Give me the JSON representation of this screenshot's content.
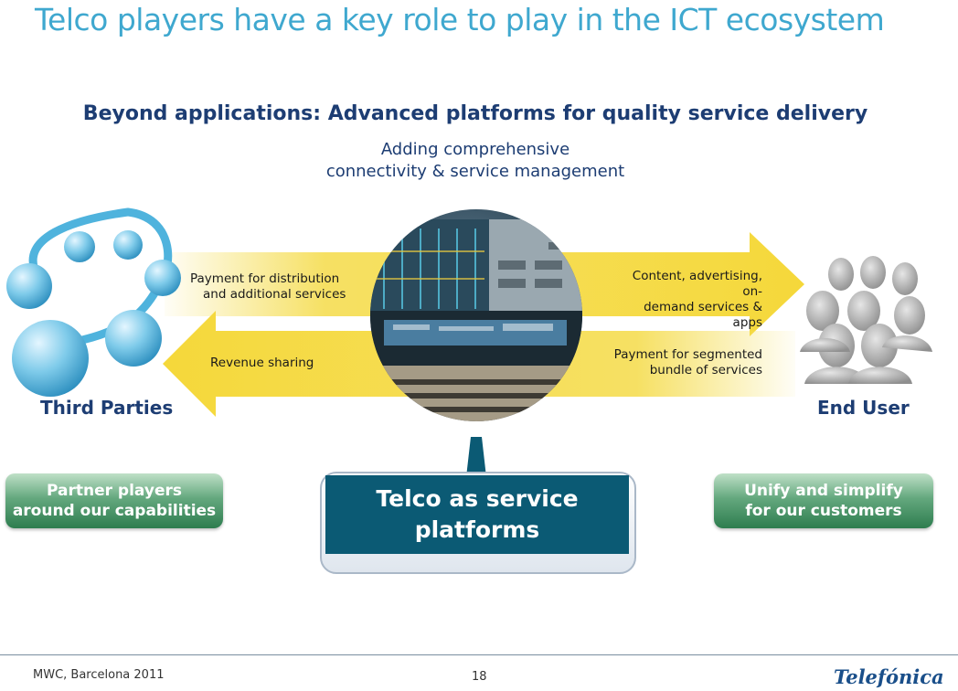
{
  "slide": {
    "title": "Telco players have a key role to play in the ICT ecosystem",
    "subtitle": "Beyond applications: Advanced platforms for quality service delivery",
    "tagline_line1": "Adding comprehensive",
    "tagline_line2": "connectivity & service management"
  },
  "flows": {
    "top_left_line1": "Payment for distribution",
    "top_left_line2": "and additional services",
    "bottom_left": "Revenue sharing",
    "top_right_line1": "Content, advertising, on-",
    "top_right_line2": "demand services & apps",
    "bottom_right_line1": "Payment for segmented",
    "bottom_right_line2": "bundle of services"
  },
  "actors": {
    "left": "Third Parties",
    "right": "End User"
  },
  "boxes": {
    "left_line1": "Partner players",
    "left_line2": "around our capabilities",
    "center_line1": "Telco as service",
    "center_line2": "platforms",
    "right_line1": "Unify and simplify",
    "right_line2": "for our customers"
  },
  "footer": {
    "event": "MWC, Barcelona 2011",
    "page": "18",
    "logo": "Telefónica"
  },
  "colors": {
    "title": "#3fa8cf",
    "navy": "#1d3d73",
    "arrow_yellow": "#f5dd52",
    "center_box": "#0b5a74",
    "green_box": "#2e7d4f"
  }
}
